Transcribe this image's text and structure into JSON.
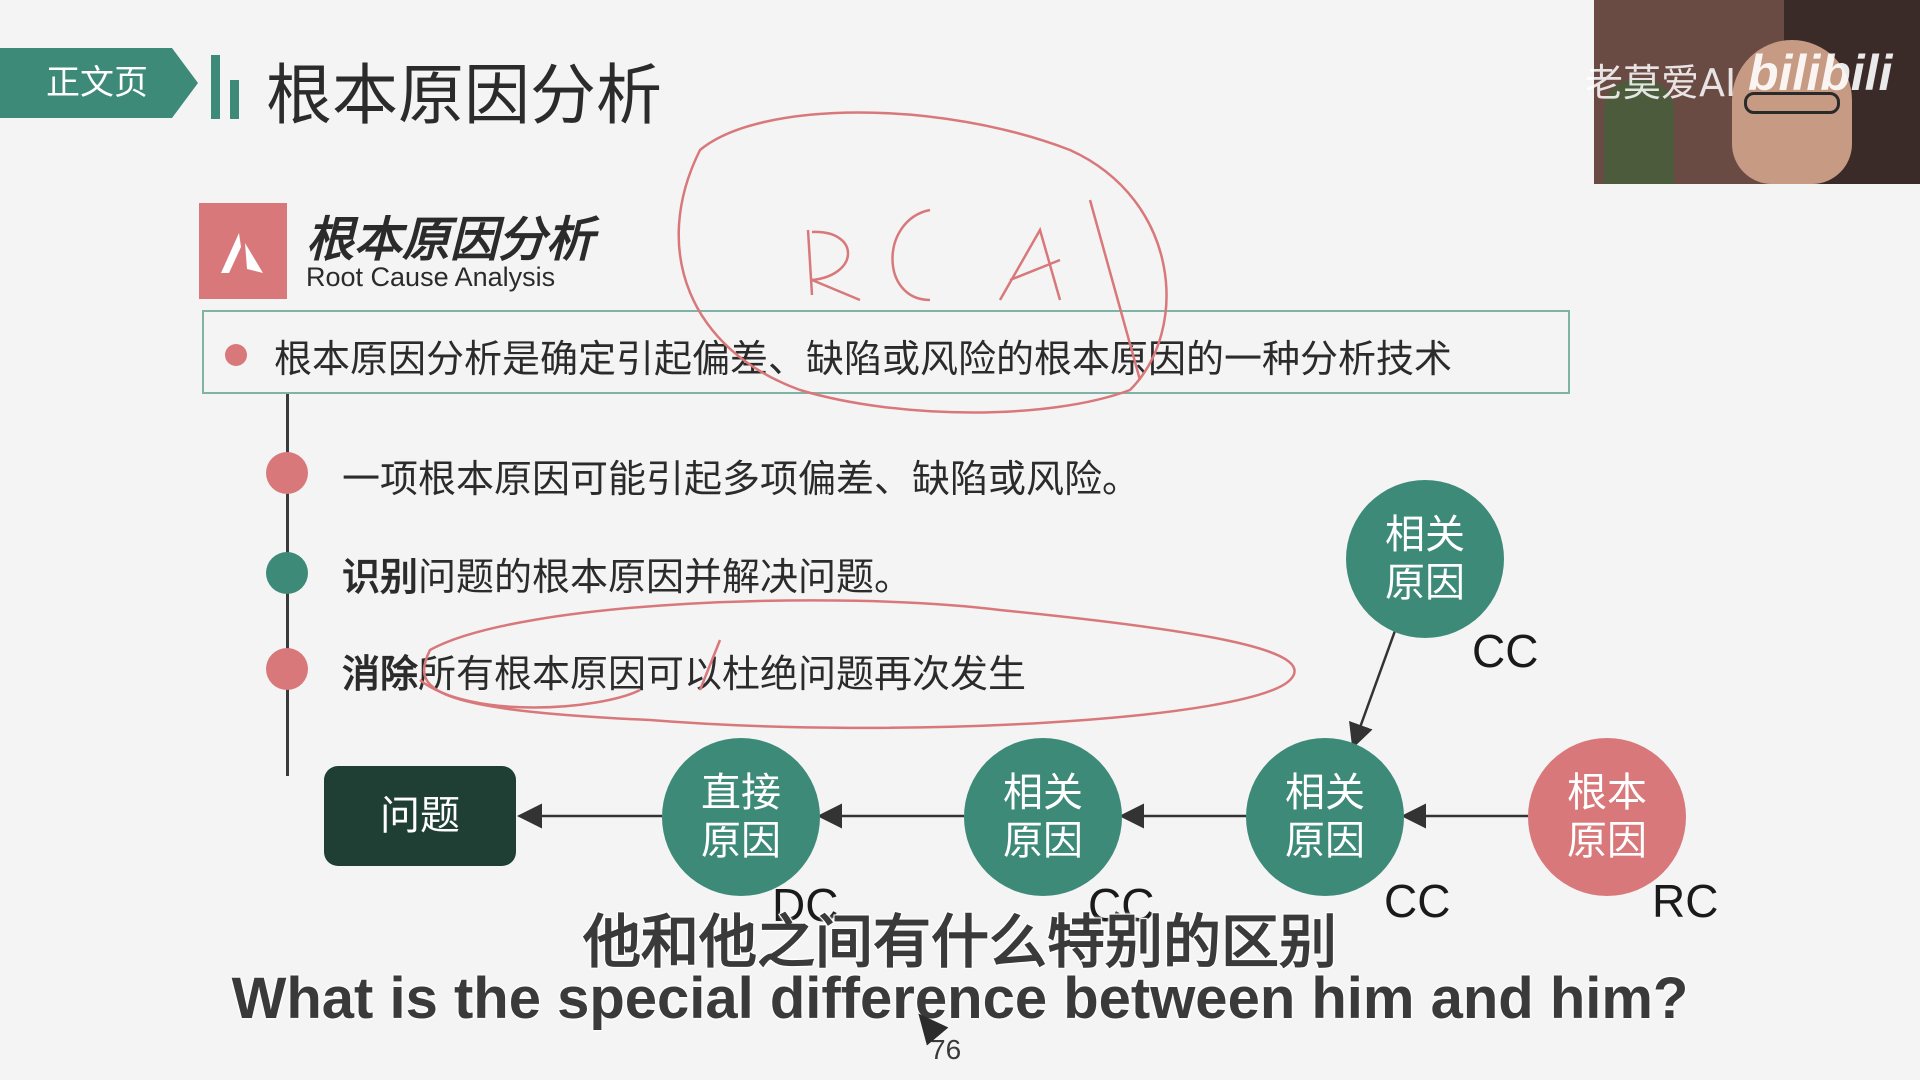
{
  "slide": {
    "tag": "正文页",
    "title": "根本原因分析",
    "section": {
      "title": "根本原因分析",
      "subtitle": "Root Cause Analysis",
      "icon": "letter-a-logo-icon"
    },
    "definition": "根本原因分析是确定引起偏差、缺陷或风险的根本原因的一种分析技术",
    "points": [
      {
        "bold": "",
        "text": "一项根本原因可能引起多项偏差、缺陷或风险。",
        "color": "#d9787a"
      },
      {
        "bold": "识别",
        "text": "问题的根本原因并解决问题。",
        "color": "#3d8a78"
      },
      {
        "bold": "消除",
        "text": "所有根本原因可以杜绝问题再次发生",
        "color": "#d9787a"
      }
    ],
    "diagram": {
      "problem": "问题",
      "nodes": {
        "direct": "直接\n原因",
        "related1": "相关\n原因",
        "related2": "相关\n原因",
        "root": "根本\n原因",
        "related_top": "相关\n原因"
      },
      "labels": {
        "direct": "DC",
        "related1": "CC",
        "related2": "CC",
        "root": "RC",
        "related_top": "CC"
      }
    },
    "page_number": "76",
    "colors": {
      "green": "#3d8a78",
      "red": "#d9787a",
      "dark": "#1f3f35"
    }
  },
  "overlay": {
    "watermark_text": "老莫爱AI",
    "watermark_logo": "bilibili",
    "subtitle_cn": "他和他之间有什么特别的区别",
    "subtitle_en": "What is the special difference between him and him?"
  }
}
